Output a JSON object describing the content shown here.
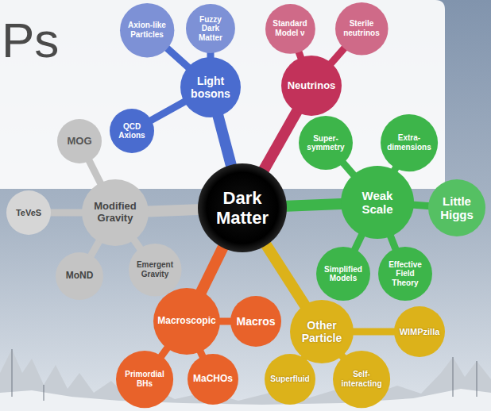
{
  "diagram": {
    "nodes": [
      {
        "text": [
          "Dark Matter"
        ]
      },
      {
        "text": [
          "Light bosons"
        ]
      },
      {
        "text": [
          "QCD Axions"
        ]
      },
      {
        "text": [
          "Axion-like Particles"
        ]
      },
      {
        "text": [
          "Fuzzy Dark Matter"
        ]
      },
      {
        "text": [
          "Neutrinos"
        ]
      },
      {
        "text": [
          "Standard Model ν"
        ]
      },
      {
        "text": [
          "Sterile neutrinos"
        ]
      },
      {
        "text": [
          "Weak Scale"
        ]
      },
      {
        "text": [
          "Super- symmetry"
        ]
      },
      {
        "text": [
          "Extra- dimensions"
        ]
      },
      {
        "text": [
          "Little Higgs"
        ]
      },
      {
        "text": [
          "Effective Field Theory"
        ]
      },
      {
        "text": [
          "Simplified Models"
        ]
      },
      {
        "text": [
          "Other Particle"
        ]
      },
      {
        "text": [
          "WIMPzilla"
        ]
      },
      {
        "text": [
          "Self- interacting"
        ]
      },
      {
        "text": [
          "Superfluid"
        ]
      },
      {
        "text": [
          "Macroscopic"
        ]
      },
      {
        "text": [
          "Macros"
        ]
      },
      {
        "text": [
          "MaCHOs"
        ]
      },
      {
        "text": [
          "Primordial BHs"
        ]
      },
      {
        "text": [
          "Modified Gravity"
        ]
      },
      {
        "text": [
          "MOG"
        ]
      },
      {
        "text": [
          "TeVeS"
        ]
      },
      {
        "text": [
          "MoND"
        ]
      },
      {
        "text": [
          "Emergent Gravity"
        ]
      }
    ],
    "edges": [
      {
        "from": 0,
        "to": 1,
        "arrow": "none"
      },
      {
        "from": 0,
        "to": 5,
        "arrow": "none"
      },
      {
        "from": 0,
        "to": 8,
        "arrow": "none"
      },
      {
        "from": 0,
        "to": 14,
        "arrow": "none"
      },
      {
        "from": 0,
        "to": 18,
        "arrow": "none"
      },
      {
        "from": 0,
        "to": 22,
        "arrow": "none"
      },
      {
        "from": 1,
        "to": 2,
        "arrow": "none"
      },
      {
        "from": 1,
        "to": 3,
        "arrow": "none"
      },
      {
        "from": 1,
        "to": 4,
        "arrow": "none"
      },
      {
        "from": 5,
        "to": 6,
        "arrow": "none"
      },
      {
        "from": 5,
        "to": 7,
        "arrow": "none"
      },
      {
        "from": 8,
        "to": 9,
        "arrow": "none"
      },
      {
        "from": 8,
        "to": 10,
        "arrow": "none"
      },
      {
        "from": 8,
        "to": 11,
        "arrow": "none"
      },
      {
        "from": 8,
        "to": 12,
        "arrow": "none"
      },
      {
        "from": 8,
        "to": 13,
        "arrow": "none"
      },
      {
        "from": 14,
        "to": 15,
        "arrow": "none"
      },
      {
        "from": 14,
        "to": 16,
        "arrow": "none"
      },
      {
        "from": 14,
        "to": 17,
        "arrow": "none"
      },
      {
        "from": 18,
        "to": 19,
        "arrow": "none"
      },
      {
        "from": 18,
        "to": 20,
        "arrow": "none"
      },
      {
        "from": 18,
        "to": 21,
        "arrow": "none"
      },
      {
        "from": 22,
        "to": 23,
        "arrow": "none"
      },
      {
        "from": 22,
        "to": 24,
        "arrow": "none"
      },
      {
        "from": 22,
        "to": 25,
        "arrow": "none"
      },
      {
        "from": 22,
        "to": 26,
        "arrow": "none"
      }
    ],
    "labels": [
      "Ps"
    ]
  }
}
